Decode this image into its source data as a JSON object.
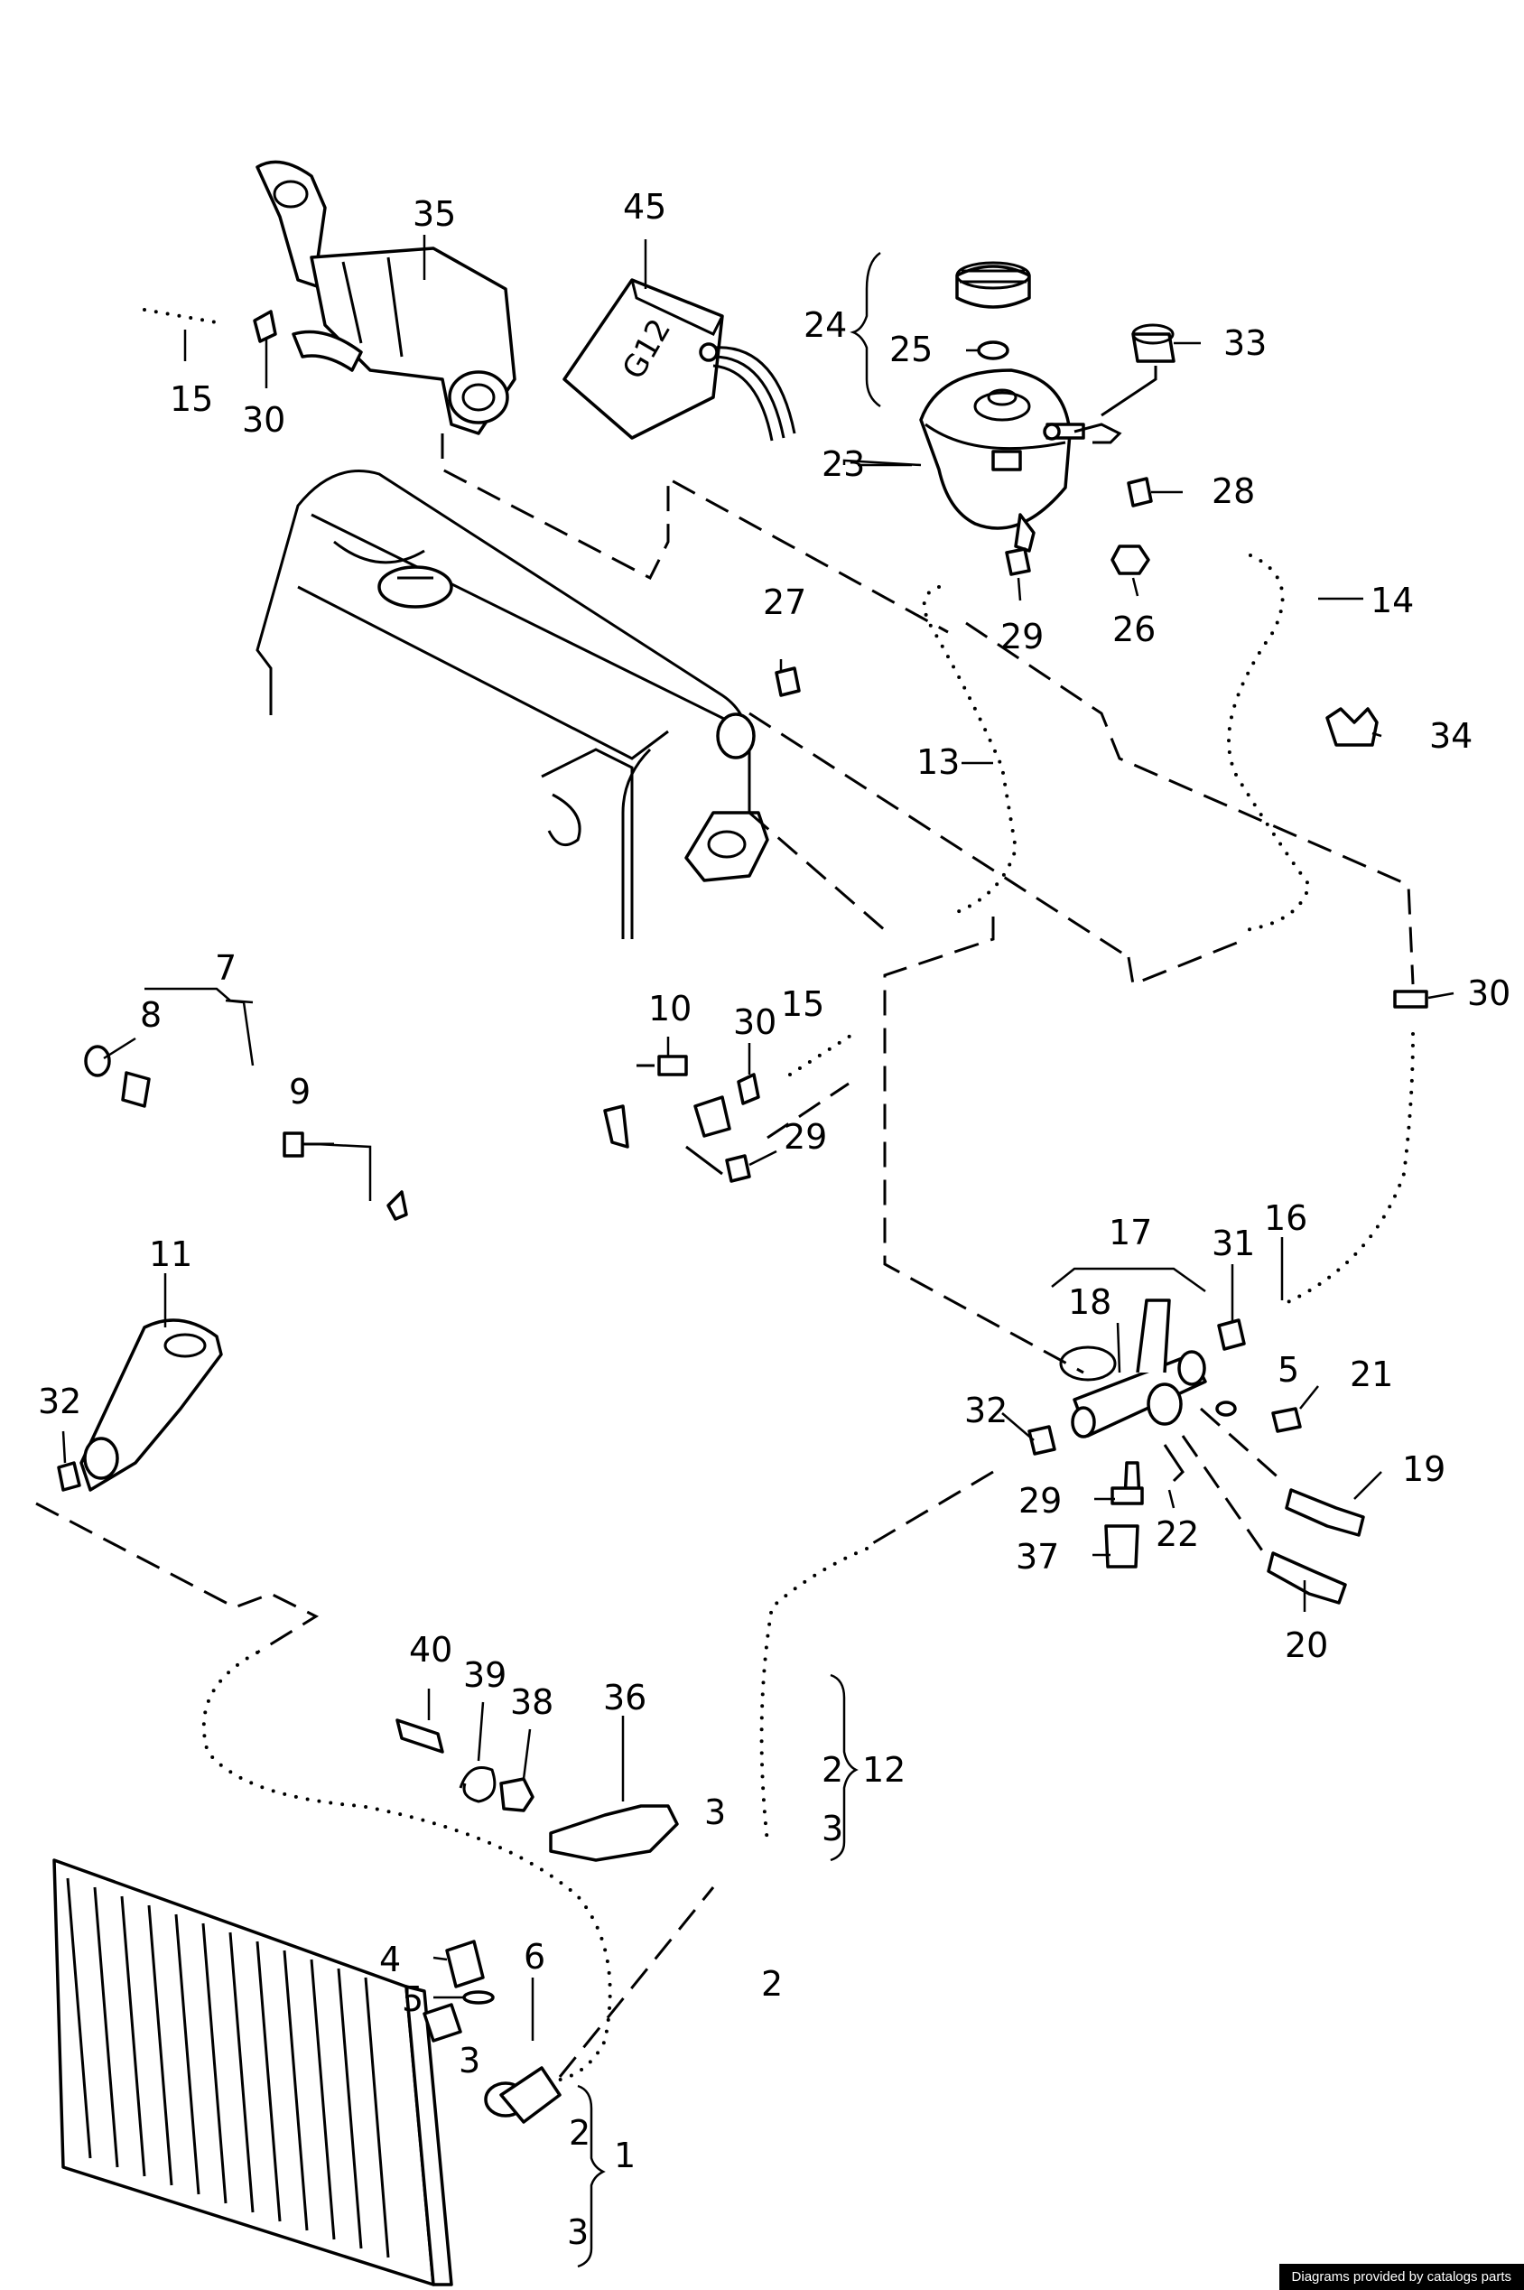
{
  "diagram": {
    "callouts": {
      "c1": "1",
      "c2a": "2",
      "c2b": "2",
      "c2c": "2",
      "c3a": "3",
      "c3b": "3",
      "c3c": "3",
      "c3d": "3",
      "c4": "4",
      "c5a": "5",
      "c5b": "5",
      "c6": "6",
      "c7": "7",
      "c8": "8",
      "c9": "9",
      "c10": "10",
      "c11": "11",
      "c12": "12",
      "c13": "13",
      "c14": "14",
      "c15a": "15",
      "c15b": "15",
      "c16": "16",
      "c17": "17",
      "c18": "18",
      "c19": "19",
      "c20": "20",
      "c21": "21",
      "c22": "22",
      "c23": "23",
      "c24": "24",
      "c25": "25",
      "c26": "26",
      "c27": "27",
      "c28": "28",
      "c29a": "29",
      "c29b": "29",
      "c29c": "29",
      "c30a": "30",
      "c30b": "30",
      "c30c": "30",
      "c31": "31",
      "c32a": "32",
      "c32b": "32",
      "c33": "33",
      "c34": "34",
      "c35": "35",
      "c36": "36",
      "c37": "37",
      "c38": "38",
      "c39": "39",
      "c40": "40",
      "c45": "45"
    },
    "reservoir_marking": "G12",
    "footer": "Diagrams provided by catalogs parts"
  }
}
